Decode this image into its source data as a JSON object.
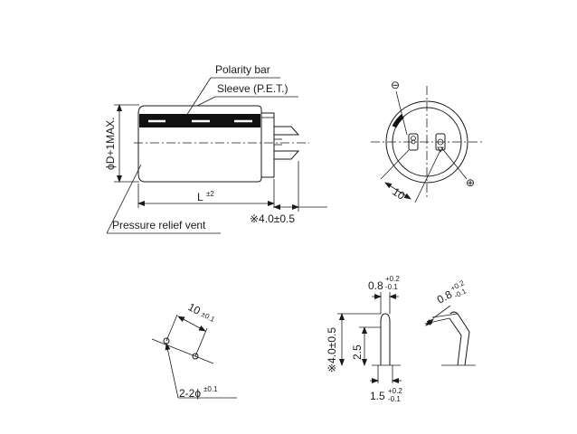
{
  "labels": {
    "polarity_bar": "Polarity bar",
    "sleeve": "Sleeve (P.E.T.)",
    "pressure_relief_vent": "Pressure relief vent",
    "diameter": "ϕD+1MAX.",
    "length_main": "L",
    "length_tol": "±2",
    "lead_protrusion": "※4.0±0.5",
    "minus_symbol": "⊖",
    "plus_symbol": "⊕",
    "terminal_spacing_end": "10",
    "pitch_main": "10",
    "pitch_tol": "±0.1",
    "hole_main": "2-2ϕ",
    "hole_tol": "±0.1",
    "lead_width_main": "0.8",
    "lead_width_tol_plus": "+0.2",
    "lead_width_tol_minus": "-0.1",
    "lead_length": "※4.0±0.5",
    "lead_tip": "2.5",
    "lead_base_main": "1.5",
    "lead_base_tol_plus": "+0.2",
    "lead_base_tol_minus": "-0.1",
    "bent_width_main": "0.8",
    "bent_width_tol_plus": "+0.2",
    "bent_width_tol_minus": "-0.1"
  },
  "colors": {
    "line": "#1a1a1a",
    "background": "#ffffff"
  }
}
